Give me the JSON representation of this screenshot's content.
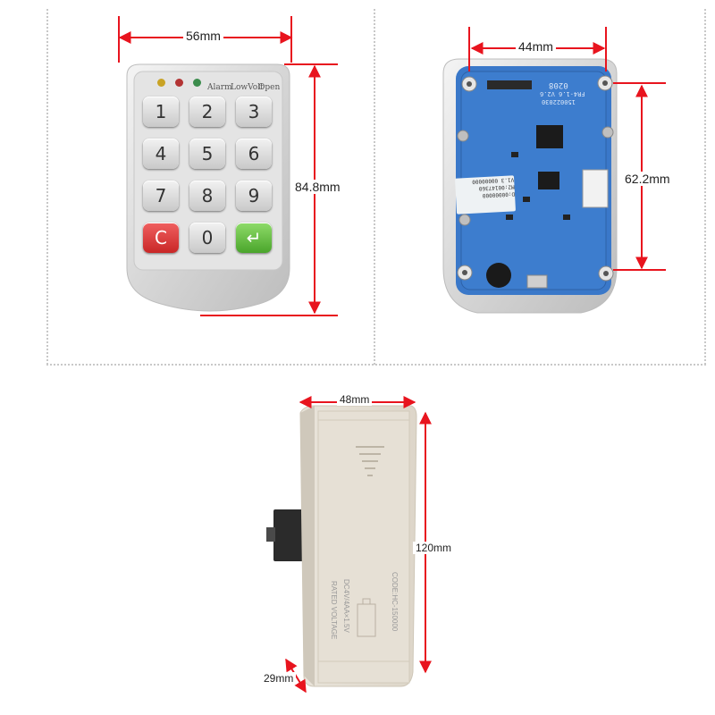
{
  "dimensions": {
    "keypad_width": "56mm",
    "keypad_height": "84.8mm",
    "pcb_width": "44mm",
    "pcb_height": "62.2mm",
    "lockbox_width": "48mm",
    "lockbox_height": "120mm",
    "lockbox_depth": "29mm"
  },
  "keypad": {
    "led_labels": [
      "Alarm",
      "LowVolt",
      "Open"
    ],
    "keys": [
      "1",
      "2",
      "3",
      "4",
      "5",
      "6",
      "7",
      "8",
      "9",
      "C",
      "0",
      "↵"
    ]
  },
  "pcb": {
    "label_top": "0208",
    "label_line2": "FR4-1.6 V2.6",
    "label_line3": "150022030",
    "sticker_lines": [
      "D:00000000",
      "M2:00147360",
      "V1.3 00000000"
    ]
  },
  "lockbox": {
    "text_rated": "RATED VOLTAGE",
    "text_voltage": "DC4V/4AA×1.5V",
    "text_code": "CODE:HC-150000"
  },
  "colors": {
    "dimension_arrow": "#e8141e",
    "pcb_blue": "#3a78c9",
    "key_red": "#d83535",
    "key_green": "#5bb83a"
  }
}
